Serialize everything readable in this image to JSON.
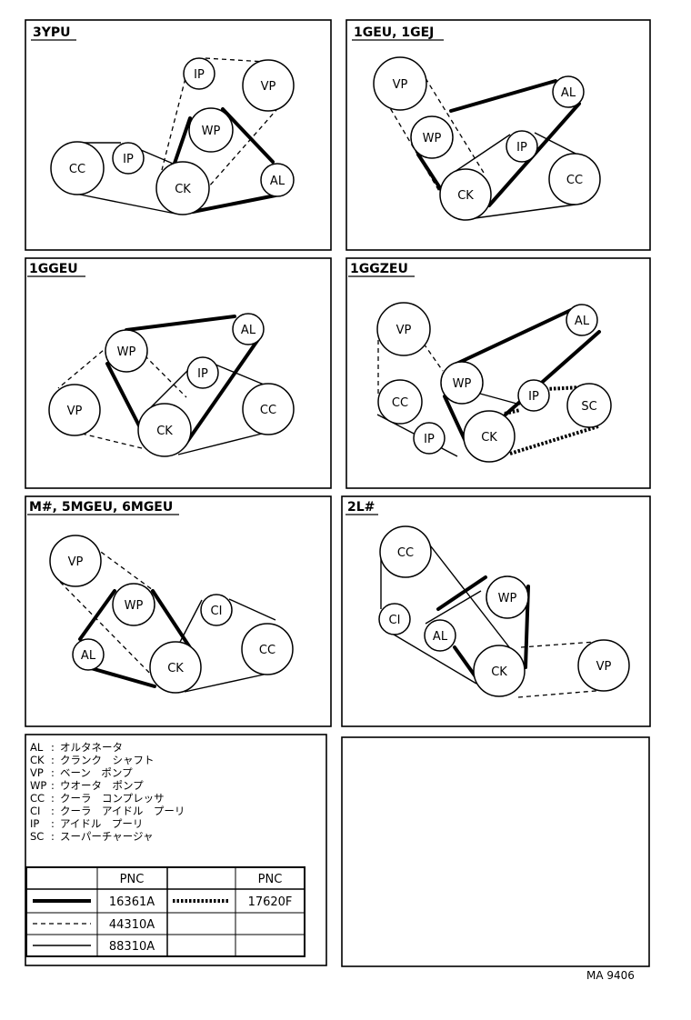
{
  "colors": {
    "ink": "#000000",
    "paper": "#ffffff"
  },
  "panels": [
    {
      "title": "3YPU",
      "pulleys": [
        {
          "id": "IP",
          "label": "IP"
        },
        {
          "id": "VP",
          "label": "VP"
        },
        {
          "id": "WP",
          "label": "WP"
        },
        {
          "id": "CC",
          "label": "CC"
        },
        {
          "id": "IP2",
          "label": "IP"
        },
        {
          "id": "CK",
          "label": "CK"
        },
        {
          "id": "AL",
          "label": "AL"
        }
      ]
    },
    {
      "title": "1GEU, 1GEJ",
      "pulleys": [
        {
          "id": "VP",
          "label": "VP"
        },
        {
          "id": "AL",
          "label": "AL"
        },
        {
          "id": "WP",
          "label": "WP"
        },
        {
          "id": "IP",
          "label": "IP"
        },
        {
          "id": "CK",
          "label": "CK"
        },
        {
          "id": "CC",
          "label": "CC"
        }
      ]
    },
    {
      "title": "1GGEU",
      "pulleys": [
        {
          "id": "AL",
          "label": "AL"
        },
        {
          "id": "WP",
          "label": "WP"
        },
        {
          "id": "IP",
          "label": "IP"
        },
        {
          "id": "VP",
          "label": "VP"
        },
        {
          "id": "CK",
          "label": "CK"
        },
        {
          "id": "CC",
          "label": "CC"
        }
      ]
    },
    {
      "title": "1GGZEU",
      "pulleys": [
        {
          "id": "VP",
          "label": "VP"
        },
        {
          "id": "AL",
          "label": "AL"
        },
        {
          "id": "WP",
          "label": "WP"
        },
        {
          "id": "IP",
          "label": "IP"
        },
        {
          "id": "SC",
          "label": "SC"
        },
        {
          "id": "CC",
          "label": "CC"
        },
        {
          "id": "IP2",
          "label": "IP"
        },
        {
          "id": "CK",
          "label": "CK"
        }
      ]
    },
    {
      "title": "M#, 5MGEU, 6MGEU",
      "pulleys": [
        {
          "id": "VP",
          "label": "VP"
        },
        {
          "id": "WP",
          "label": "WP"
        },
        {
          "id": "CI",
          "label": "CI"
        },
        {
          "id": "AL",
          "label": "AL"
        },
        {
          "id": "CK",
          "label": "CK"
        },
        {
          "id": "CC",
          "label": "CC"
        }
      ]
    },
    {
      "title": "2L#",
      "pulleys": [
        {
          "id": "CC",
          "label": "CC"
        },
        {
          "id": "WP",
          "label": "WP"
        },
        {
          "id": "CI",
          "label": "CI"
        },
        {
          "id": "AL",
          "label": "AL"
        },
        {
          "id": "CK",
          "label": "CK"
        },
        {
          "id": "VP",
          "label": "VP"
        }
      ]
    }
  ],
  "legend": {
    "entries": [
      {
        "code": "AL",
        "text": "オルタネータ"
      },
      {
        "code": "CK",
        "text": "クランク　シャフト"
      },
      {
        "code": "VP",
        "text": "ベーン　ポンプ"
      },
      {
        "code": "WP",
        "text": "ウオータ　ポンプ"
      },
      {
        "code": "CC",
        "text": "クーラ　コンプレッサ"
      },
      {
        "code": "CI",
        "text": "クーラ　アイドル　プーリ"
      },
      {
        "code": "IP",
        "text": "アイドル　プーリ"
      },
      {
        "code": "SC",
        "text": "スーパーチャージャ"
      }
    ],
    "table": {
      "header_left": "PNC",
      "header_right": "PNC",
      "rows_left": [
        {
          "style": "thick",
          "pnc": "16361A"
        },
        {
          "style": "dashed",
          "pnc": "44310A"
        },
        {
          "style": "thin",
          "pnc": "88310A"
        }
      ],
      "right_style": "dotted-thick",
      "right_pnc": "17620F"
    }
  },
  "footer": {
    "code": "MA  9406"
  }
}
